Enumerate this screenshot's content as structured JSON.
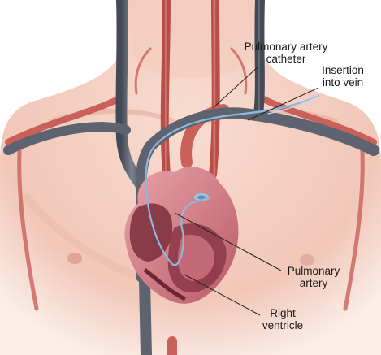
{
  "labels": {
    "catheter": [
      "Pulmonary artery",
      "catheter"
    ],
    "insertion": [
      "Insertion",
      "into vein"
    ],
    "pulmonary_artery": [
      "Pulmonary",
      "artery"
    ],
    "right_ventricle": [
      "Right",
      "ventricle"
    ]
  },
  "colors": {
    "skin": "#f4d0c2",
    "skin_shadow": "#e8b5a6",
    "vein": "#5d6470",
    "artery": "#c9605a",
    "heart": "#d9838a",
    "heart_dark": "#7a2e3c",
    "catheter": "#8fb8dc",
    "leader_line": "#222222"
  }
}
